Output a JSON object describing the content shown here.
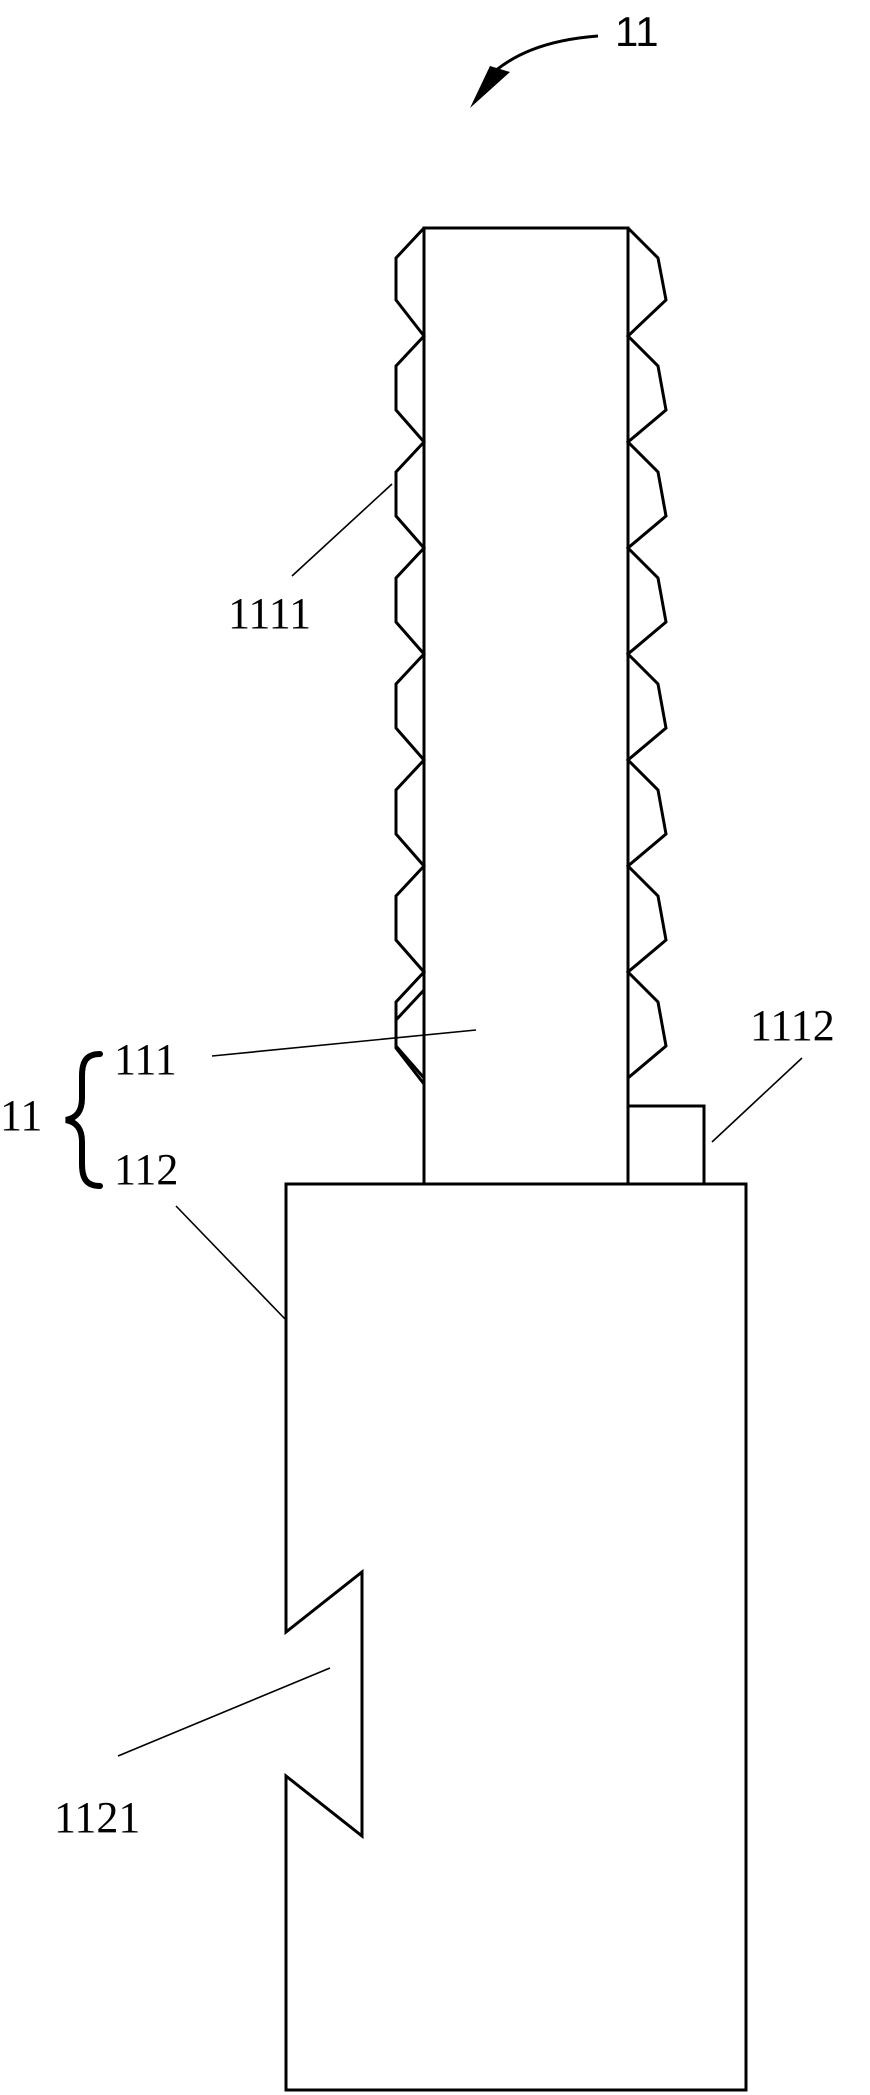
{
  "labels": {
    "assembly_top": "11",
    "threaded_part": "1111",
    "upper_part": "111",
    "lower_part": "112",
    "assembly_bracket": "11",
    "small_block": "1112",
    "notch": "1121"
  }
}
